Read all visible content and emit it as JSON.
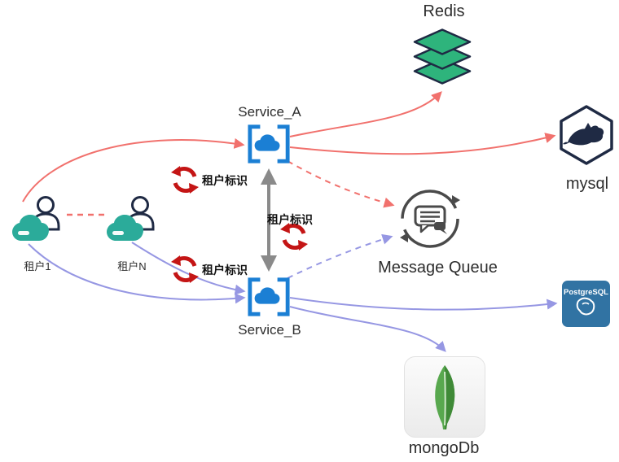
{
  "diagram": {
    "tenants": {
      "t1": "租户1",
      "tn": "租户N"
    },
    "services": {
      "a": "Service_A",
      "b": "Service_B"
    },
    "badge": "租户标识",
    "targets": {
      "redis": "Redis",
      "mysql": "mysql",
      "mq": "Message Queue",
      "postgresql": "PostgreSQL",
      "mongodb": "mongoDb"
    },
    "colors": {
      "tenant_flow_red": "#f1716d",
      "service_b_flow_purple": "#9697e3",
      "sync_arrow_gray": "#8a8a8a",
      "badge_red": "#c41515",
      "service_icon_blue": "#1b7fd4",
      "tenant_icon_teal": "#2bab9a",
      "redis_icon_green": "#2eb47c",
      "postgres_box_blue": "#3173a3",
      "mongo_leaf_green": "#56a14c",
      "outline_navy": "#1f2a44"
    }
  }
}
